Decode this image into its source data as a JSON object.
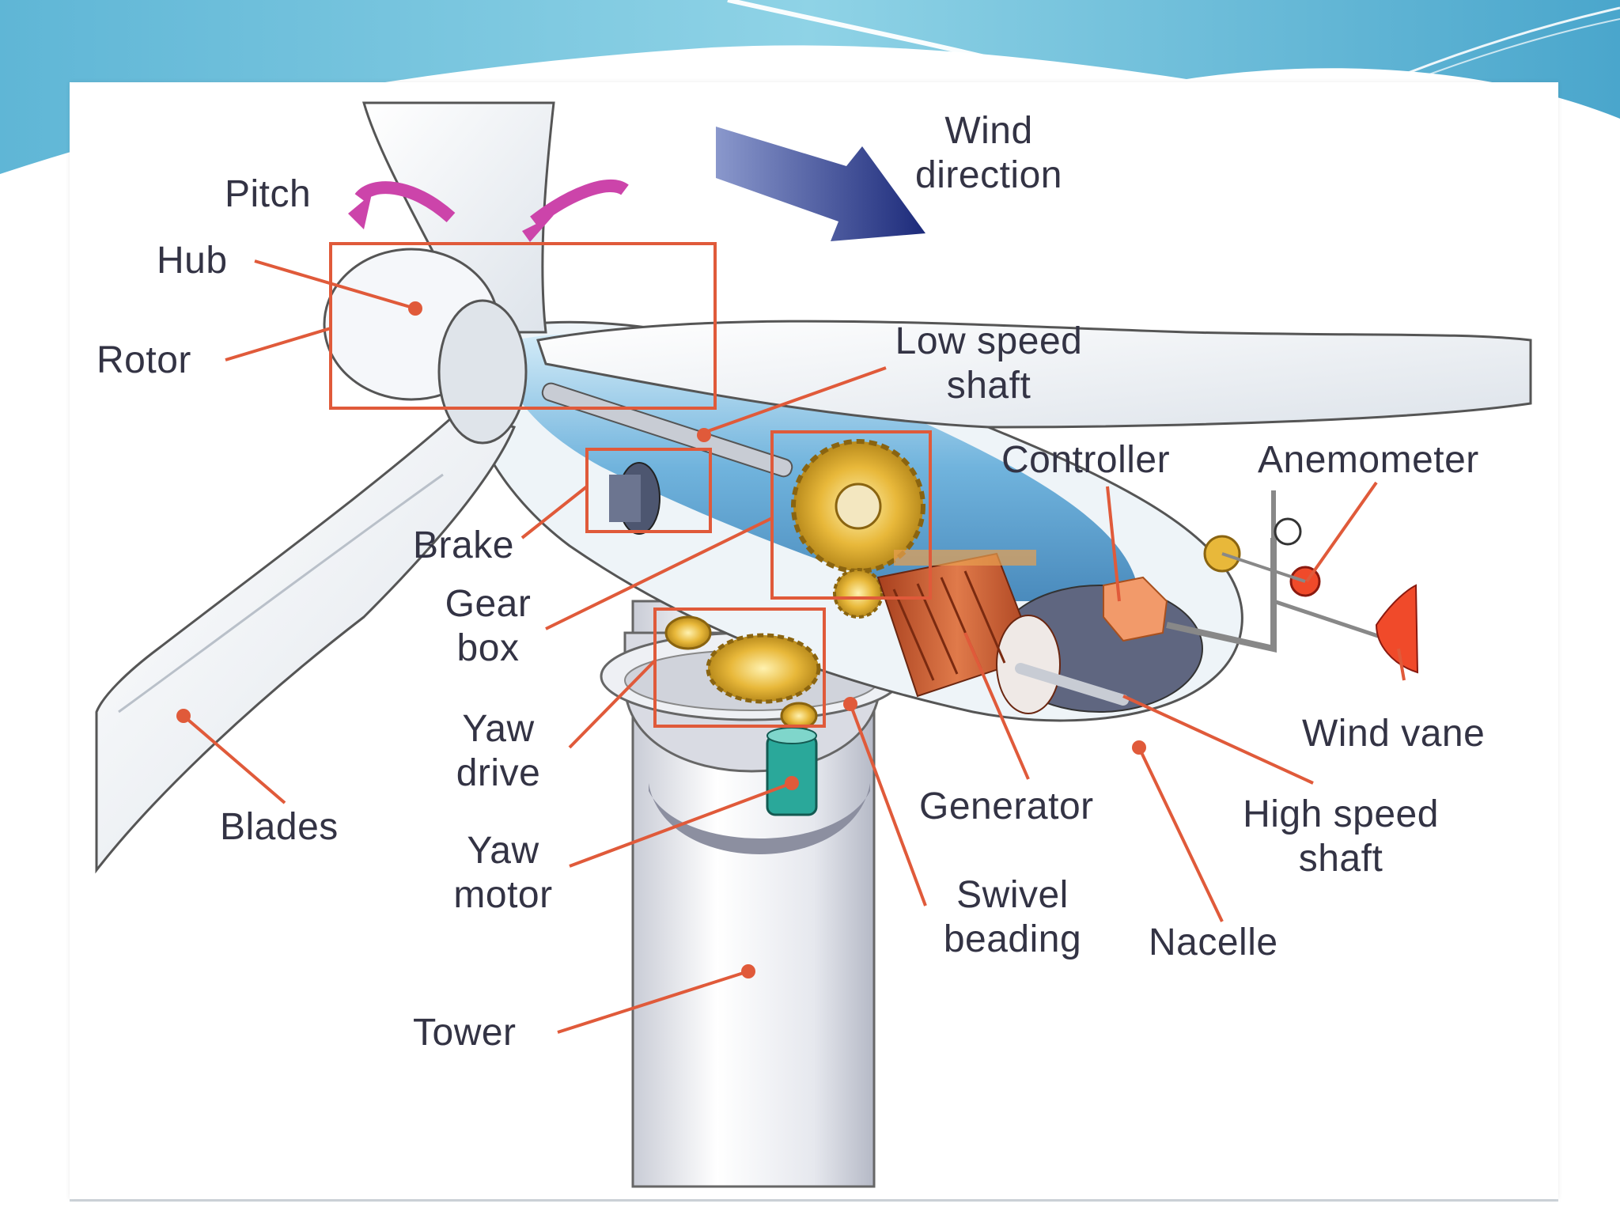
{
  "labels": {
    "pitch": "Pitch",
    "hub": "Hub",
    "rotor": "Rotor",
    "wind_direction_1": "Wind",
    "wind_direction_2": "direction",
    "low_speed_shaft_1": "Low speed",
    "low_speed_shaft_2": "shaft",
    "controller": "Controller",
    "anemometer": "Anemometer",
    "brake": "Brake",
    "gear_box_1": "Gear",
    "gear_box_2": "box",
    "yaw_drive_1": "Yaw",
    "yaw_drive_2": "drive",
    "blades": "Blades",
    "yaw_motor_1": "Yaw",
    "yaw_motor_2": "motor",
    "generator": "Generator",
    "high_speed_shaft_1": "High speed",
    "high_speed_shaft_2": "shaft",
    "wind_vane": "Wind vane",
    "swivel_beading_1": "Swivel",
    "swivel_beading_2": "beading",
    "nacelle": "Nacelle",
    "tower": "Tower"
  },
  "colors": {
    "leader_line": "#e05a3a",
    "highlight_box": "#e05a3a",
    "pitch_arrow": "#cc44aa",
    "wind_arrow": "#1c2a7a",
    "nacelle_blue": "#5aa8d8",
    "gear_gold": "#e8b83a",
    "generator_red": "#c8502a",
    "yaw_motor_teal": "#2aa89a",
    "label_text": "#333344"
  },
  "icons": {
    "pitch_arrows": "curved-arrow-icon",
    "wind_arrow": "arrow-down-right-icon"
  }
}
